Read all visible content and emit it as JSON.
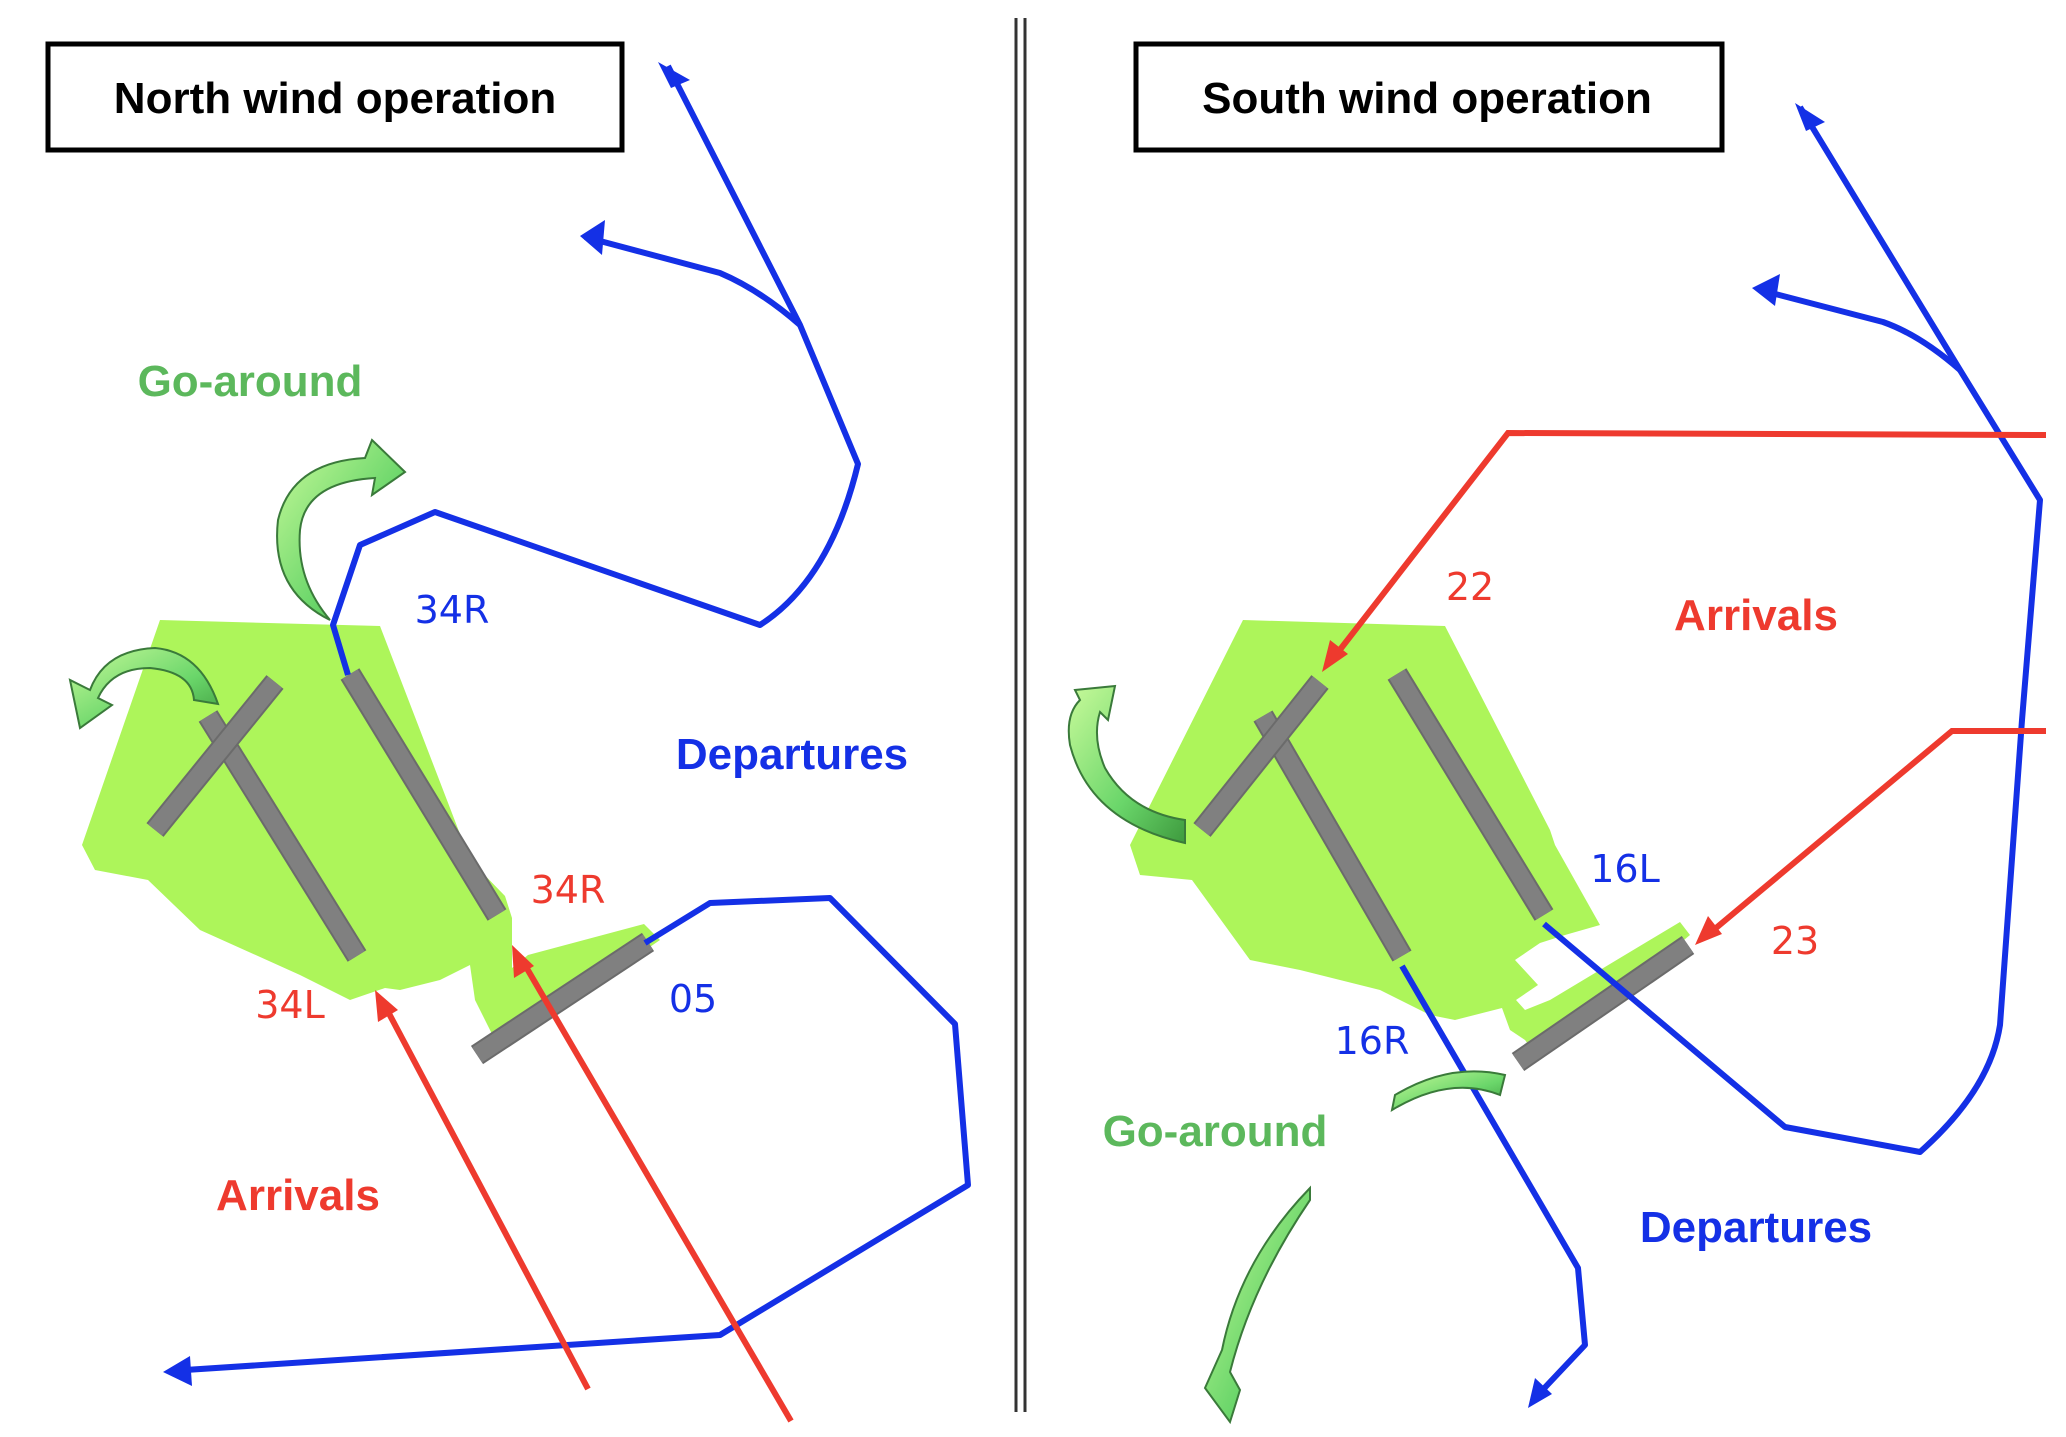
{
  "north": {
    "title": "North wind operation",
    "go_around": "Go-around",
    "departures": "Departures",
    "arrivals": "Arrivals",
    "runway_34R_dep": "34R",
    "runway_34R_arr": "34R",
    "runway_34L_arr": "34L",
    "runway_05_dep": "05"
  },
  "south": {
    "title": "South  wind operation",
    "go_around": "Go-around",
    "departures": "Departures",
    "arrivals": "Arrivals",
    "runway_22_arr": "22",
    "runway_23_arr": "23",
    "runway_16L_dep": "16L",
    "runway_16R_dep": "16R"
  },
  "colors": {
    "departures": "#1430e6",
    "arrivals": "#ee3a2e",
    "go_around": "#5cb85c",
    "airport": "#adf55a",
    "runway": "#808080",
    "go_around_arrow_fill": "#90ee78"
  }
}
